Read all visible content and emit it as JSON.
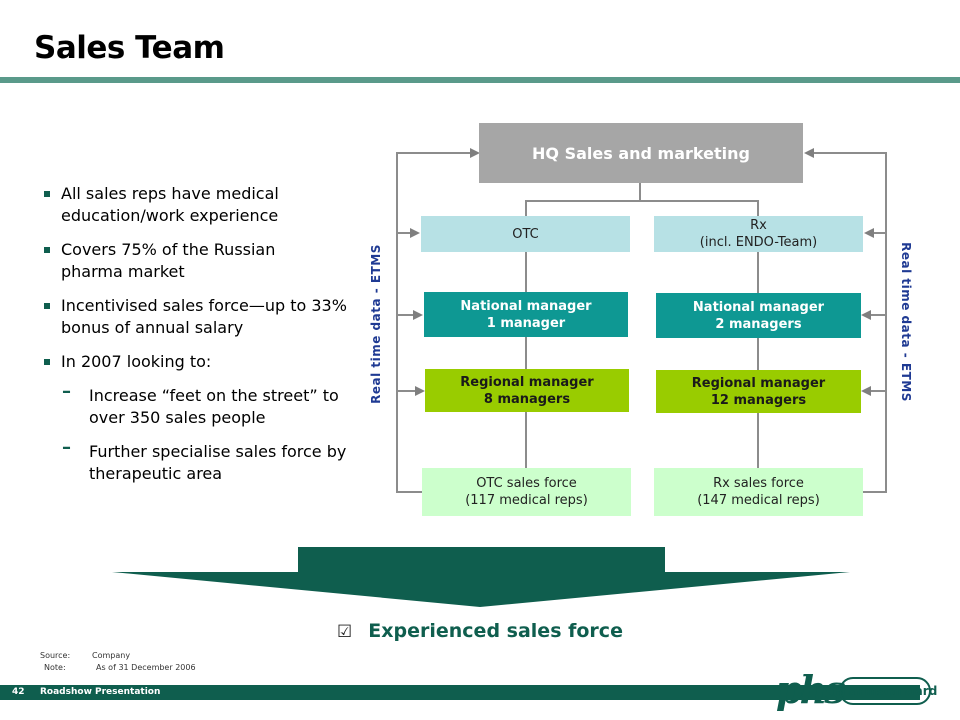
{
  "slide": {
    "title": "Sales Team"
  },
  "bullets": [
    {
      "line1": "All sales reps have medical",
      "line2": "education/work experience"
    },
    {
      "line1": "Covers 75% of the Russian",
      "line2": "pharma market"
    },
    {
      "line1": "Incentivised sales force—up to 33%",
      "line2": "bonus of annual salary"
    },
    {
      "line1": "In 2007 looking to:",
      "line2": ""
    }
  ],
  "sub_bullets": [
    {
      "line1": "Increase “feet on the street” to",
      "line2": "over 350 sales people"
    },
    {
      "line1": "Further specialise sales force by",
      "line2": "therapeutic area"
    }
  ],
  "diagram": {
    "hq": "HQ Sales and marketing",
    "otc": {
      "division": "OTC",
      "national_title": "National manager",
      "national_count": "1 manager",
      "regional_title": "Regional manager",
      "regional_count": "8 managers",
      "force_title": "OTC sales force",
      "force_count": "(117 medical reps)"
    },
    "rx": {
      "division_line1": "Rx",
      "division_line2": "(incl. ENDO-Team)",
      "national_title": "National manager",
      "national_count": "2 managers",
      "regional_title": "Regional manager",
      "regional_count": "12 managers",
      "force_title": "Rx sales force",
      "force_count": "(147 medical reps)"
    },
    "left_side_label": "Real time data - ETMS",
    "right_side_label": "Real time data - ETMS",
    "result_icon": "checkbox-icon",
    "result": "Experienced sales force"
  },
  "footnotes": {
    "source_label": "Source:",
    "source_value": "Company",
    "note_label": "Note:",
    "note_value": "As of 31 December 2006"
  },
  "footer": {
    "page_number": "42",
    "presentation": "Roadshow Presentation"
  },
  "logo": {
    "mark": "phs",
    "name": "Pharmstandard"
  },
  "colors": {
    "dark_green": "#0f5e4e",
    "teal": "#0e9893",
    "lime": "#99cc00",
    "light_blue": "#b7e1e5",
    "pale_green": "#ccffcc",
    "gray": "#a6a6a6",
    "label_blue": "#1f3a93"
  }
}
